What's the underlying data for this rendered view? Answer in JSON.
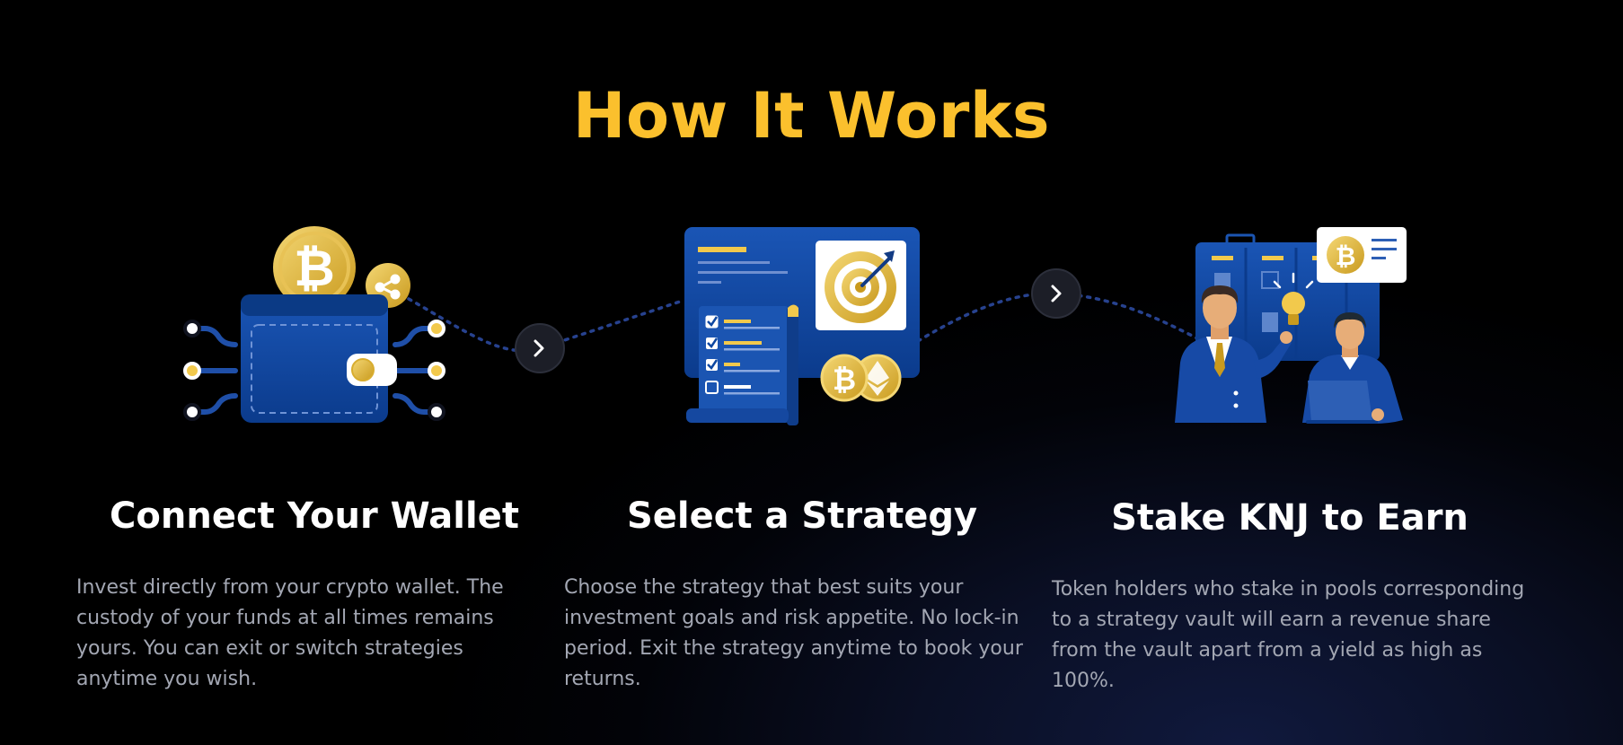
{
  "page": {
    "title": "How It Works"
  },
  "steps": [
    {
      "title": "Connect Your Wallet",
      "description": "Invest directly from your crypto wallet. The custody of your funds at all times remains yours. You can exit or switch strategies anytime you wish."
    },
    {
      "title": "Select a Strategy",
      "description": "Choose the strategy that best suits your investment goals and risk appetite. No lock-in period. Exit the strategy anytime to book your returns."
    },
    {
      "title": "Stake KNJ to Earn",
      "description": "Token holders who stake in pools corresponding to a strategy vault will earn a revenue share from the vault apart from a yield as high as 100%."
    }
  ],
  "colors": {
    "accent": "#fbc02d",
    "primary_blue": "#0d47a1",
    "text_muted": "#a3a7b3",
    "background": "#000000"
  },
  "icons": [
    "bitcoin-icon",
    "share-icon",
    "wallet-icon",
    "target-icon",
    "checklist-icon",
    "ethereum-icon",
    "lightbulb-icon",
    "laptop-icon",
    "chevron-right-icon"
  ]
}
